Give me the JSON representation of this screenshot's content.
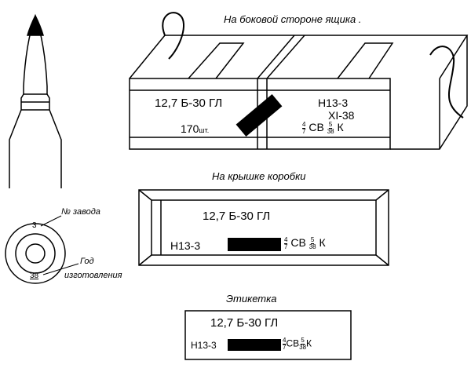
{
  "headings": {
    "side": "На боковой стороне ящика .",
    "lid": "На крышке коробки",
    "label": "Этикетка"
  },
  "primer": {
    "factory_label": "№ завода",
    "factory_value": "3",
    "year_label_1": "Год",
    "year_label_2": "изготовления",
    "year_value": "38"
  },
  "box_side": {
    "caliber": "12,7  Б-30 ГЛ",
    "count": "170",
    "count_unit": "шт.",
    "lot": "Н13-3",
    "date": "XI-38",
    "frac1_num": "4",
    "frac1_den": "7",
    "powder": "СВ",
    "frac2_num": "5",
    "frac2_den": "38",
    "suffix": "К"
  },
  "lid": {
    "caliber": "12,7  Б-30  ГЛ",
    "lot": "Н13-3",
    "frac1_num": "4",
    "frac1_den": "7",
    "powder": "СВ",
    "frac2_num": "5",
    "frac2_den": "38",
    "suffix": "К"
  },
  "label": {
    "caliber": "12,7  Б-30  ГЛ",
    "lot": "Н13-3",
    "frac1_num": "4",
    "frac1_den": "7",
    "powder": "СВ",
    "frac2_num": "5",
    "frac2_den": "38",
    "suffix": "К"
  }
}
